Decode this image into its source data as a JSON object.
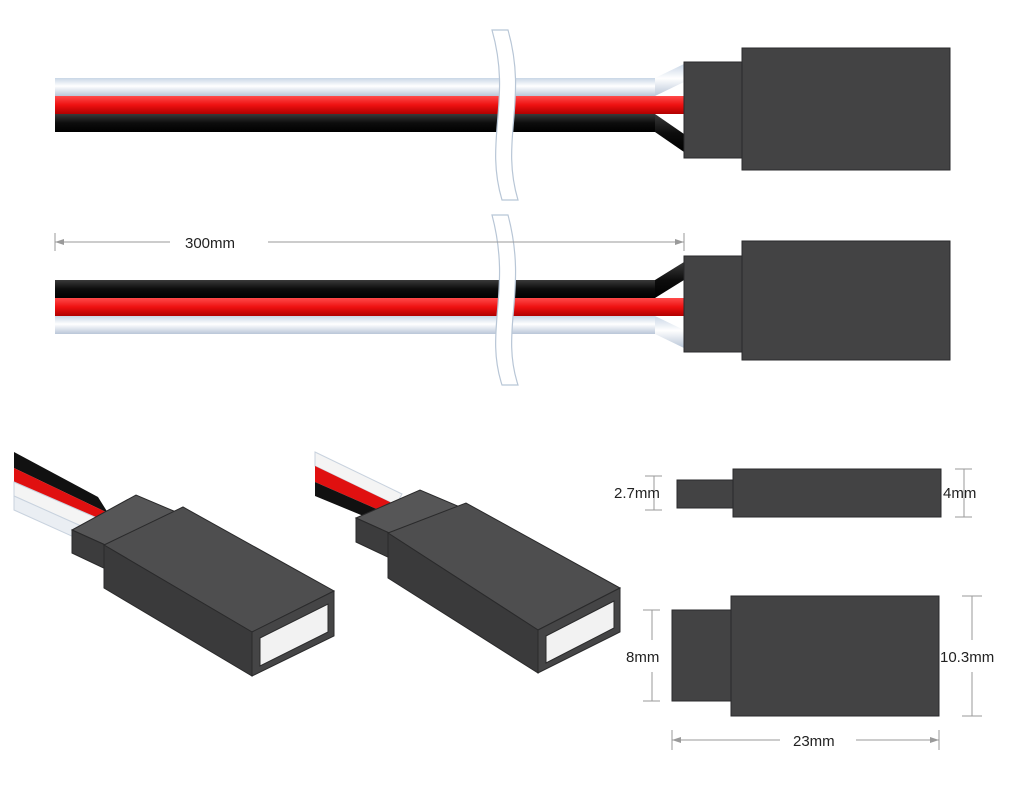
{
  "dimensions": {
    "cable_length": "300mm",
    "pin_height": "2.7mm",
    "housing_height": "4mm",
    "pin_width": "8mm",
    "housing_width": "10.3mm",
    "total_length": "23mm"
  },
  "colors": {
    "housing": "#434344",
    "housing_edge": "#2a2a2b",
    "wire_signal": "#ffffff",
    "wire_power": "#e8141b",
    "wire_ground": "#111111",
    "dimension_line": "#9a9a9a"
  }
}
